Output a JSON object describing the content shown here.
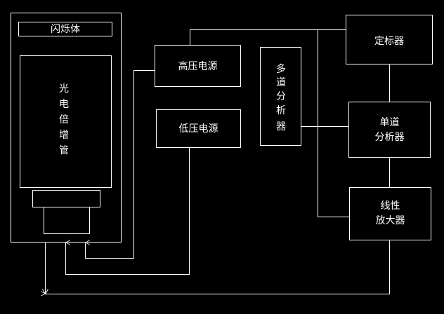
{
  "blocks": {
    "scintillator": "闪烁体",
    "pmt": [
      "光",
      "电",
      "倍",
      "增",
      "管"
    ],
    "hv_supply": "高压电源",
    "lv_supply": "低压电源",
    "mca": [
      "多",
      "道",
      "分",
      "析",
      "器"
    ],
    "scaler": "定标器",
    "scaa": [
      "单道",
      "分析器"
    ],
    "amplifier": [
      "线性",
      "放大器"
    ]
  }
}
